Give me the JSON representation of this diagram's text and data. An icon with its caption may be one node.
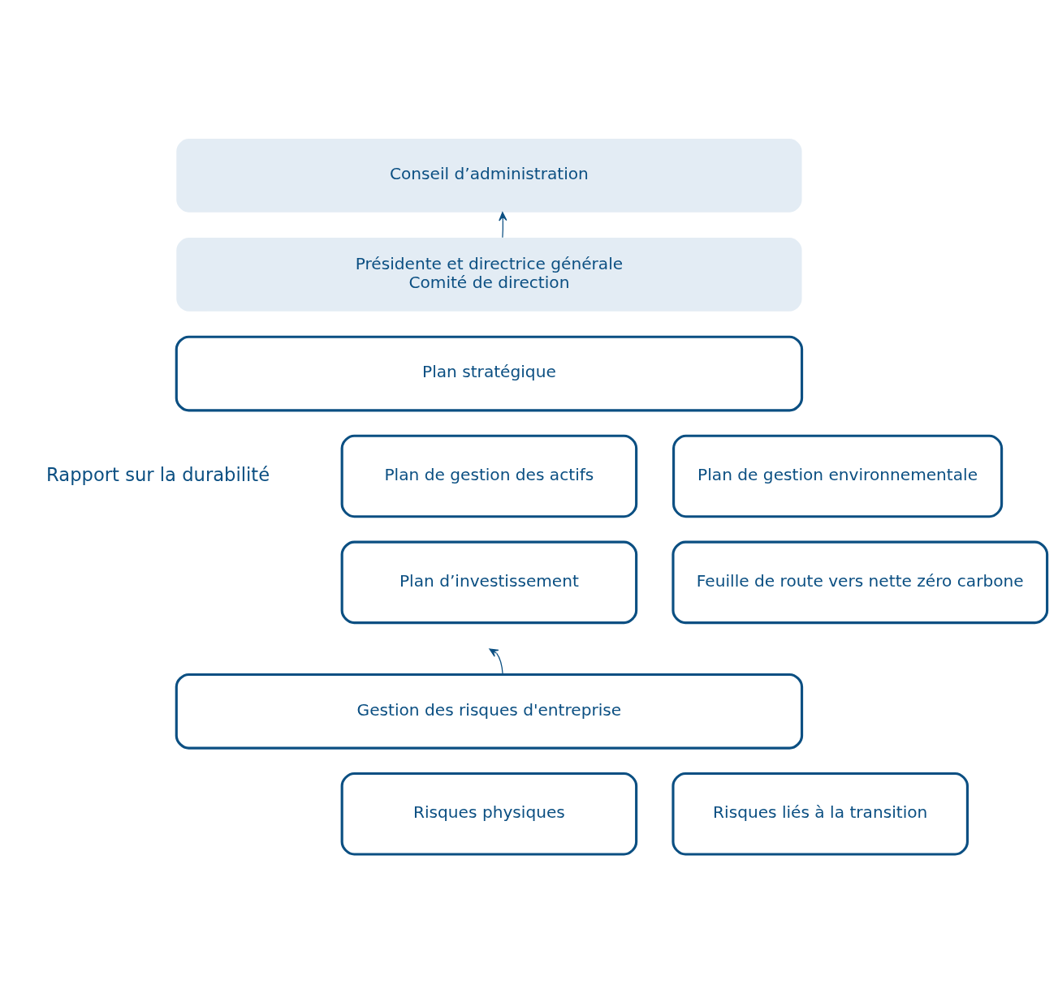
{
  "diagram": {
    "nodes": [
      {
        "text": [
          "Conseil d’administration"
        ]
      },
      {
        "text": [
          "Présidente et directrice générale",
          "Comité de direction"
        ]
      },
      {
        "text": [
          "Plan stratégique"
        ]
      },
      {
        "text": [
          "Plan de gestion des actifs"
        ]
      },
      {
        "text": [
          "Plan de gestion environnementale"
        ]
      },
      {
        "text": [
          "Plan d’investissement"
        ]
      },
      {
        "text": [
          "Feuille de route vers nette zéro carbone"
        ]
      },
      {
        "text": [
          "Gestion des risques d'entreprise"
        ]
      },
      {
        "text": [
          "Risques physiques"
        ]
      },
      {
        "text": [
          "Risques liés à la transition"
        ]
      }
    ],
    "edges": [
      {
        "from": 1,
        "to": 0,
        "arrow": "to"
      },
      {
        "from": 7,
        "to": null,
        "arrow": "to"
      }
    ],
    "labels": [
      "Rapport sur la durabilité"
    ]
  }
}
